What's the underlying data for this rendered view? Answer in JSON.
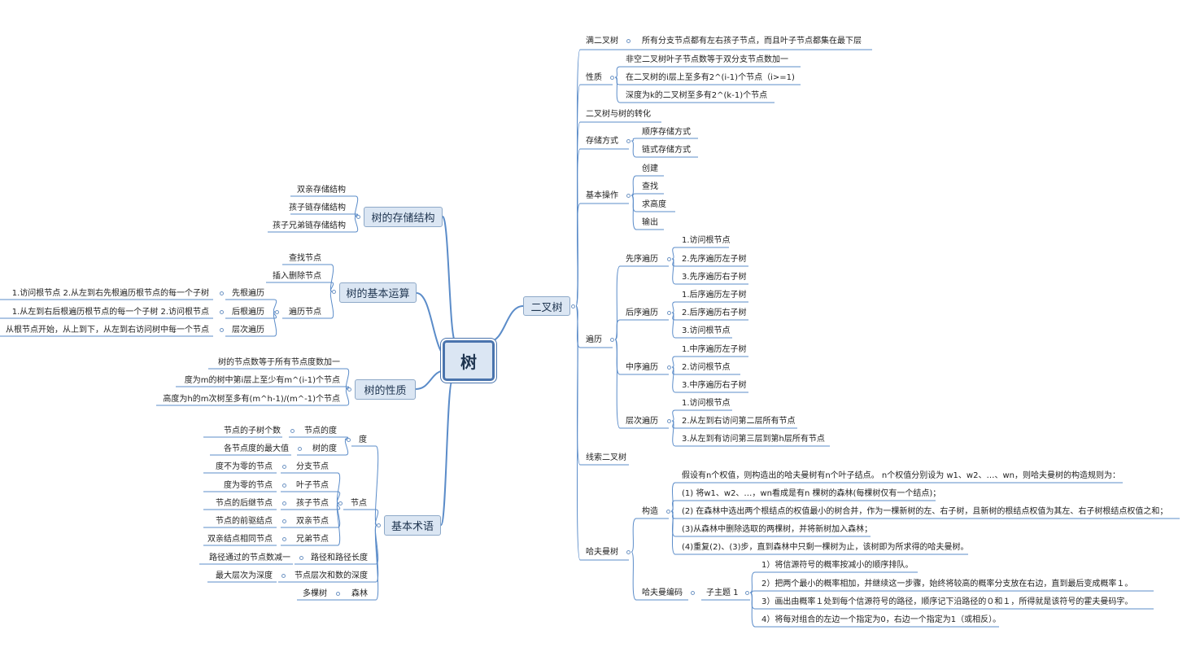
{
  "root": "树",
  "right": {
    "title": "二叉树",
    "full_binary": {
      "label": "满二叉树",
      "desc": "所有分支节点都有左右孩子节点，而且叶子节点都集在最下层"
    },
    "properties": {
      "label": "性质",
      "items": [
        "非空二叉树叶子节点数等于双分支节点数加一",
        "在二叉树的i层上至多有2^(i-1)个节点（i>=1)",
        "深度为k的二叉树至多有2^(k-1)个节点"
      ]
    },
    "conversion": "二叉树与树的转化",
    "storage": {
      "label": "存储方式",
      "items": [
        "顺序存储方式",
        "链式存储方式"
      ]
    },
    "ops": {
      "label": "基本操作",
      "items": [
        "创建",
        "查找",
        "求高度",
        "输出"
      ]
    },
    "traversal": {
      "label": "遍历",
      "pre": {
        "label": "先序遍历",
        "items": [
          "1.访问根节点",
          "2.先序遍历左子树",
          "3.先序遍历右子树"
        ]
      },
      "post": {
        "label": "后序遍历",
        "items": [
          "1.后序遍历左子树",
          "2.后序遍历右子树",
          "3.访问根节点"
        ]
      },
      "in": {
        "label": "中序遍历",
        "items": [
          "1.中序遍历左子树",
          "2.访问根节点",
          "3.中序遍历右子树"
        ]
      },
      "level": {
        "label": "层次遍历",
        "items": [
          "1.访问根节点",
          "2.从左到右访问第二层所有节点",
          "3.从左到有访问第三层到第h层所有节点"
        ]
      }
    },
    "threaded": "线索二叉树",
    "huffman": {
      "label": "哈夫曼树",
      "construct": {
        "label": "构造",
        "items": [
          "假设有n个权值，则构造出的哈夫曼树有n个叶子结点。 n个权值分别设为 w1、w2、…、wn，则哈夫曼树的构造规则为：",
          "(1) 将w1、w2、…，wn看成是有n 棵树的森林(每棵树仅有一个结点)；",
          "(2) 在森林中选出两个根结点的权值最小的树合并，作为一棵新树的左、右子树，且新树的根结点权值为其左、右子树根结点权值之和；",
          "(3)从森林中删除选取的两棵树，并将新树加入森林；",
          "(4)重复(2)、(3)步，直到森林中只剩一棵树为止，该树即为所求得的哈夫曼树。"
        ]
      },
      "coding": {
        "label": "哈夫曼编码",
        "sub": "子主题 1",
        "items": [
          "1）将信源符号的概率按减小的顺序排队。",
          "2）把两个最小的概率相加，并继续这一步骤，始终将较高的概率分支放在右边，直到最后变成概率１。",
          "3）画出由概率１处到每个信源符号的路径，顺序记下沿路径的０和１，所得就是该符号的霍夫曼码字。",
          "4）将每对组合的左边一个指定为0，右边一个指定为1（或相反）。"
        ]
      }
    }
  },
  "left": {
    "storage": {
      "title": "树的存储结构",
      "items": [
        "双亲存储结构",
        "孩子链存储结构",
        "孩子兄弟链存储结构"
      ]
    },
    "ops": {
      "title": "树的基本运算",
      "items": [
        "查找节点",
        "插入删除节点"
      ],
      "traversal": {
        "label": "遍历节点",
        "items": [
          {
            "label": "先根遍历",
            "desc": "1.访问根节点 2.从左到右先根遍历根节点的每一个子树"
          },
          {
            "label": "后根遍历",
            "desc": "1.从左到右后根遍历根节点的每一个子树 2.访问根节点"
          },
          {
            "label": "层次遍历",
            "desc": "从根节点开始，从上到下，从左到右访问树中每一个节点"
          }
        ]
      }
    },
    "properties": {
      "title": "树的性质",
      "items": [
        "树的节点数等于所有节点度数加一",
        "度为m的树中第i层上至少有m^(i-1)个节点",
        "高度为h的m次树至多有(m^h-1)/(m^-1)个节点"
      ]
    },
    "terms": {
      "title": "基本术语",
      "degree": {
        "label": "度",
        "items": [
          {
            "label": "节点的度",
            "desc": "节点的子树个数"
          },
          {
            "label": "树的度",
            "desc": "各节点度的最大值"
          }
        ]
      },
      "node": {
        "label": "节点",
        "items": [
          {
            "label": "分支节点",
            "desc": "度不为零的节点"
          },
          {
            "label": "叶子节点",
            "desc": "度为零的节点"
          },
          {
            "label": "孩子节点",
            "desc": "节点的后继节点"
          },
          {
            "label": "双亲节点",
            "desc": "节点的前驱结点"
          },
          {
            "label": "兄弟节点",
            "desc": "双亲结点相同节点"
          }
        ]
      },
      "path": {
        "label": "路径和路径长度",
        "desc": "路径通过的节点数减一"
      },
      "depth": {
        "label": "节点层次和数的深度",
        "desc": "最大层次为深度"
      },
      "forest": {
        "label": "森林",
        "desc": "多棵树"
      }
    }
  },
  "colors": {
    "line": "#5b8cc9",
    "box_fill": "#dbe6f3",
    "box_border": "#8ea9c8",
    "root_border": "#4a74ad",
    "dot": "#6f95c4"
  }
}
